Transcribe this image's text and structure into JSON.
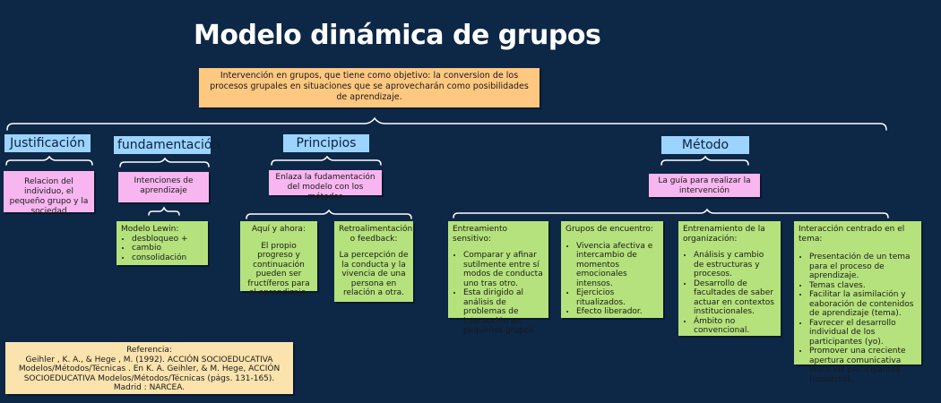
{
  "title": "Modelo dinámica de grupos",
  "intro": "Intervención en grupos, que tiene como objetivo: la conversion de los procesos grupales en situaciones  que se aprovecharán como posibilidades de aprendizaje.",
  "branches": {
    "justificacion": {
      "heading": "Justificación",
      "text": "Relacion del individuo, el pequeño grupo y la sociedad"
    },
    "fundamentacion": {
      "heading": "fundamentación",
      "text": "Intenciones de aprendizaje",
      "detail_title": "Modelo Lewin:",
      "items": [
        "desbloqueo +",
        "cambio",
        "consolidación"
      ]
    },
    "principios": {
      "heading": "Principios",
      "text": "Enlaza la fudamentación del modelo con los métodos",
      "left_title": "Aquí y ahora:",
      "left_text": "El propio progreso y continuación pueden ser fructíferos para el aprendizaje.",
      "right_title": "Retroalimentación o feedback:",
      "right_text": "La percepción de la conducta y la vivencia de una persona en relación a otra."
    },
    "metodo": {
      "heading": "Método",
      "text": "La guía para realizar la intervención",
      "methods": [
        {
          "title": "Entreamiento sensitivo:",
          "items": [
            "Comparar y afinar sutilmente entre sí modos de conducta uno tras otro.",
            "Esta dirigido al análisis de problemas de interacción en pequeños grupos."
          ]
        },
        {
          "title": "Grupos de encuentro:",
          "items": [
            "Vivencia afectiva e intercambio de momentos emocionales intensos.",
            "Ejercicios ritualizados.",
            "Efecto liberador."
          ]
        },
        {
          "title": "Entrenamiento de la organización:",
          "items": [
            "Análisis y cambio de estructuras y procesos.",
            "Desarrollo de facultades de saber actuar en contextos institucionales.",
            "Ámbito no convencional."
          ]
        },
        {
          "title": "Interacción centrado en el tema:",
          "items": [
            "Presentación de un tema para el proceso de aprendizaje.",
            "Temas claves.",
            "Facilitar la asimilación y eaboración de contenidos de aprendizaje (tema).",
            "Favrecer el desarrollo individual de los participantes (yo).",
            "Promover una creciente apertura comunicativa entre los participantes (nosotros)."
          ]
        }
      ]
    }
  },
  "reference": {
    "label": "Referencia:",
    "text": "Geihler , K. A., & Hege , M. (1992). ACCIÓN SOCIOEDUCATIVA Modelos/Métodos/Técnicas . En K. A. Geihler, & M. Hege, ACCIÓN SOCIOEDUCATIVA Modelos/Métodos/Técnicas (págs. 131-165). Madrid : NARCEA."
  },
  "colors": {
    "background": "#0d2746",
    "intro": "#ffc880",
    "heading": "#9dd4ff",
    "level1": "#f7b6f0",
    "level2": "#b5e27c",
    "reference": "#fbe3ae"
  }
}
